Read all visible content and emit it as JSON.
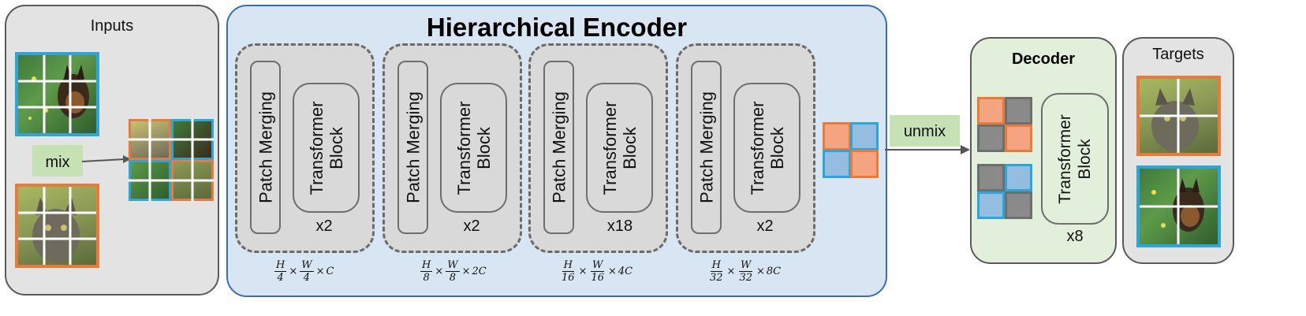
{
  "inputs": {
    "title": "Inputs",
    "mix_label": "mix"
  },
  "encoder": {
    "title": "Hierarchical Encoder",
    "stages": [
      {
        "patch_merging": "Patch Merging",
        "transformer_line1": "Transformer",
        "transformer_line2": "Block",
        "repeat": "x2",
        "dim": {
          "h_num": "H",
          "h_den": "4",
          "w_num": "W",
          "w_den": "4",
          "c": "C"
        }
      },
      {
        "patch_merging": "Patch Merging",
        "transformer_line1": "Transformer",
        "transformer_line2": "Block",
        "repeat": "x2",
        "dim": {
          "h_num": "H",
          "h_den": "8",
          "w_num": "W",
          "w_den": "8",
          "c": "2C"
        }
      },
      {
        "patch_merging": "Patch Merging",
        "transformer_line1": "Transformer",
        "transformer_line2": "Block",
        "repeat": "x18",
        "dim": {
          "h_num": "H",
          "h_den": "16",
          "w_num": "W",
          "w_den": "16",
          "c": "4C"
        }
      },
      {
        "patch_merging": "Patch Merging",
        "transformer_line1": "Transformer",
        "transformer_line2": "Block",
        "repeat": "x2",
        "dim": {
          "h_num": "H",
          "h_den": "32",
          "w_num": "W",
          "w_den": "32",
          "c": "8C"
        }
      }
    ]
  },
  "unmix_label": "unmix",
  "decoder": {
    "title": "Decoder",
    "transformer_line1": "Transformer",
    "transformer_line2": "Block",
    "repeat": "x8"
  },
  "targets": {
    "title": "Targets"
  },
  "colors": {
    "orange": "#e87b3a",
    "blue": "#2aa6dd",
    "light_orange": "#f4a57f",
    "light_blue": "#94bde0",
    "gray_cell": "#8a8a8a",
    "green_box": "#c6e2b4",
    "encoder_bg": "#d8e6f3",
    "decoder_bg": "#e2efda",
    "panel_bg": "#e3e3e3"
  }
}
